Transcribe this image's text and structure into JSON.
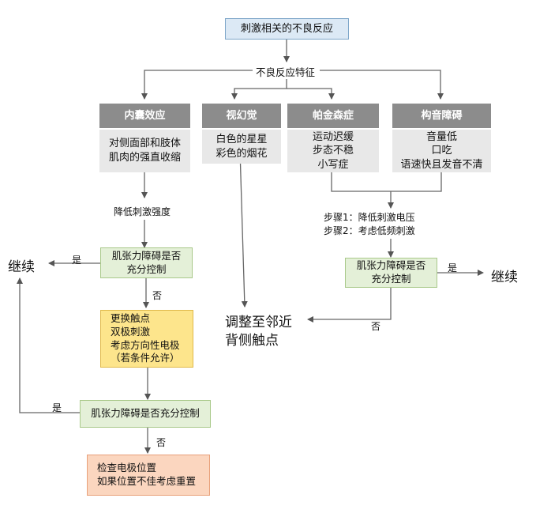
{
  "root": "刺激相关的不良反应",
  "feature_label": "不良反应特征",
  "categories": [
    {
      "title": "内囊效应",
      "lines": [
        "对侧面部和肢体",
        "肌肉的强直收缩"
      ]
    },
    {
      "title": "视幻觉",
      "lines": [
        "白色的星星",
        "彩色的烟花"
      ]
    },
    {
      "title": "帕金森症",
      "lines": [
        "运动迟缓",
        "步态不稳",
        "小写症"
      ]
    },
    {
      "title": "构音障碍",
      "lines": [
        "音量低",
        "口吃",
        "语速快且发音不清"
      ]
    }
  ],
  "left": {
    "step_label": "降低刺激强度",
    "check1": [
      "肌张力障碍是否",
      "充分控制"
    ],
    "yes": "是",
    "no": "否",
    "continue": "继续",
    "actions": [
      "更换触点",
      "双极刺激",
      "考虑方向性电极",
      "（若条件允许）"
    ],
    "check2": "肌张力障碍是否充分控制",
    "final": [
      "检查电极位置",
      "如果位置不佳考虑重置"
    ]
  },
  "right": {
    "steps": [
      "步骤1：降低刺激电压",
      "步骤2：考虑低频刺激"
    ],
    "check": [
      "肌张力障碍是否",
      "充分控制"
    ],
    "yes": "是",
    "no": "否",
    "continue": "继续"
  },
  "adjust": [
    "调整至邻近",
    "背侧触点"
  ]
}
